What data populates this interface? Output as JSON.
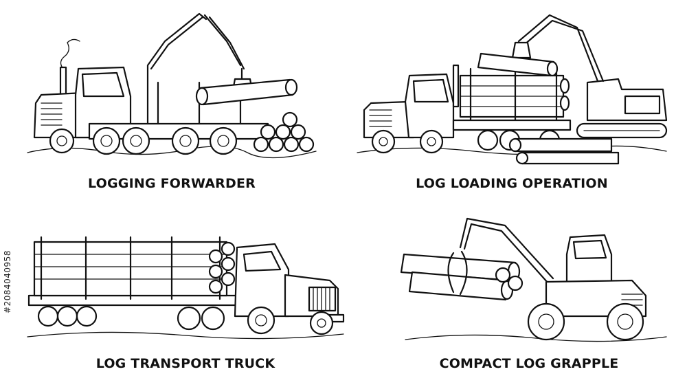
{
  "panels": [
    {
      "caption": "LOGGING FORWARDER",
      "icon": "logging-forwarder"
    },
    {
      "caption": "LOG LOADING OPERATION",
      "icon": "log-loading-operation"
    },
    {
      "caption": "LOG TRANSPORT TRUCK",
      "icon": "log-transport-truck"
    },
    {
      "caption": "COMPACT LOG GRAPPLE",
      "icon": "compact-log-grapple"
    }
  ],
  "stock_id": "#2084040958",
  "colors": {
    "ink": "#111111",
    "background": "#ffffff"
  }
}
